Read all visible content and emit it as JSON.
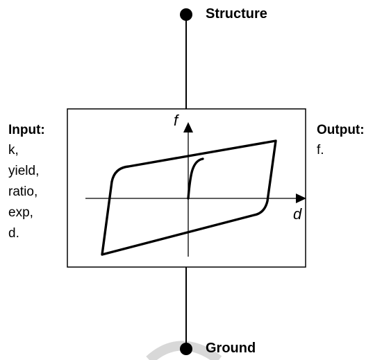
{
  "nodes": {
    "top": "Structure",
    "bottom": "Ground"
  },
  "input": {
    "heading": "Input:",
    "items": [
      "k,",
      "yield,",
      "ratio,",
      "exp,",
      "d."
    ]
  },
  "output": {
    "heading": "Output:",
    "items": [
      "f."
    ]
  },
  "axes": {
    "vertical": "f",
    "horizontal": "d"
  },
  "colors": {
    "line": "#000000",
    "watermark": "#d8d8d8",
    "background": "#ffffff"
  }
}
